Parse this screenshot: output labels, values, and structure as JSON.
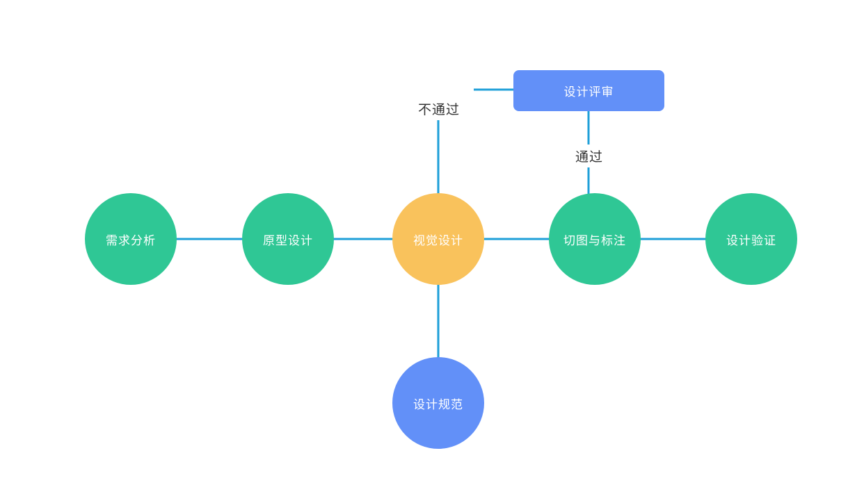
{
  "diagram": {
    "title": "design-workflow-flowchart",
    "nodes": [
      {
        "id": "requirements-analysis",
        "label": "需求分析",
        "shape": "circle",
        "color": "green"
      },
      {
        "id": "prototype-design",
        "label": "原型设计",
        "shape": "circle",
        "color": "green"
      },
      {
        "id": "visual-design",
        "label": "视觉设计",
        "shape": "circle",
        "color": "yellow"
      },
      {
        "id": "slicing-annotation",
        "label": "切图与标注",
        "shape": "circle",
        "color": "green"
      },
      {
        "id": "design-verification",
        "label": "设计验证",
        "shape": "circle",
        "color": "green"
      },
      {
        "id": "design-review",
        "label": "设计评审",
        "shape": "rect",
        "color": "blue"
      },
      {
        "id": "design-spec",
        "label": "设计规范",
        "shape": "circle",
        "color": "blue"
      }
    ],
    "edge_labels": {
      "fail": "不通过",
      "pass": "通过"
    },
    "colors": {
      "green": "#2fc795",
      "yellow": "#f9c25c",
      "blue": "#6290f8",
      "line": "#1e9fd8",
      "label_text": "#333333"
    }
  }
}
